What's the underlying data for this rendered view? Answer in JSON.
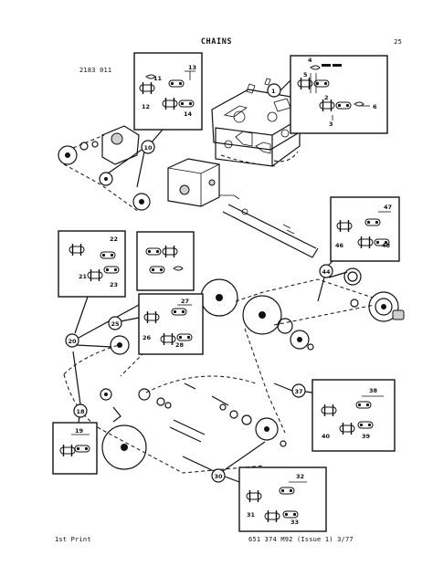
{
  "header": {
    "title": "CHAINS",
    "page_number": "25",
    "reference": "2183 011"
  },
  "footer": {
    "print_status": "1st Print",
    "publication": "651 374 M92 (Issue 1) 3/77"
  },
  "callouts": {
    "c1": "1",
    "c10": "10",
    "c18": "18",
    "c20": "20",
    "c25": "25",
    "c30": "30",
    "c37": "37",
    "c44": "44"
  },
  "insets": {
    "i1": {
      "labels": [
        "4",
        "5",
        "2",
        "3",
        "6"
      ]
    },
    "i10": {
      "labels": [
        "13",
        "11",
        "12",
        "14"
      ]
    },
    "i20": {
      "labels": [
        "22",
        "21",
        "23"
      ]
    },
    "i25": {
      "labels": [
        "27",
        "26",
        "28"
      ]
    },
    "i44": {
      "labels": [
        "47",
        "46",
        "48"
      ]
    },
    "i37": {
      "labels": [
        "38",
        "40",
        "39"
      ]
    },
    "i18": {
      "labels": [
        "19"
      ]
    },
    "i30": {
      "labels": [
        "32",
        "31",
        "33"
      ]
    }
  }
}
